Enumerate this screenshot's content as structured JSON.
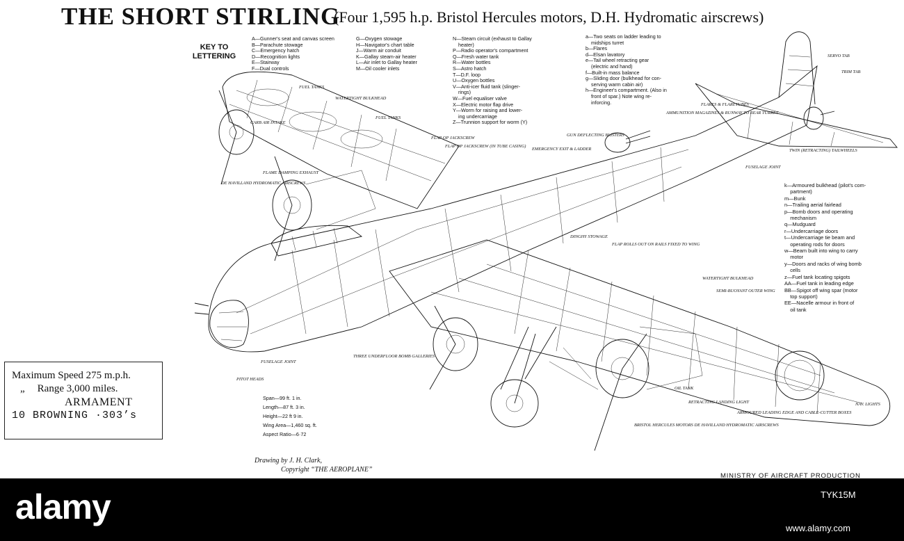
{
  "header": {
    "title": "THE SHORT STIRLING",
    "subtitle": "(Four 1,595 h.p. Bristol Hercules motors, D.H. Hydromatic airscrews)"
  },
  "key": {
    "heading_line1": "KEY TO",
    "heading_line2": "LETTERING",
    "col1": [
      "A—Gunner's seat and canvas screen",
      "B—Parachute stowage",
      "C—Emergency hatch",
      "D—Recognition lights",
      "E—Stairway",
      "F—Dual controls"
    ],
    "col2": [
      "G—Oxygen stowage",
      "H—Navigator's chart table",
      "J—Warm air conduit",
      "K—Gallay steam-air heater",
      "L—Air inlet to Gallay heater",
      "M—Oil cooler inlets"
    ],
    "col3": [
      "N—Steam circuit (exhaust to Gallay",
      "    heater)",
      "P—Radio operator's compartment",
      "Q—Fresh water tank",
      "R—Water bottles",
      "S—Astro hatch",
      "T—D.F. loop",
      "U—Oxygen bottles",
      "V—Anti-icer fluid tank (slinger-",
      "    rings)",
      "W—Fuel equaliser valve",
      "X—Electric motor flap drive",
      "Y—Worm for raising and lower-",
      "    ing undercarriage",
      "Z—Trunnion support for worm (Y)"
    ],
    "col4": [
      "a—Two seats on ladder leading to",
      "    midships turret",
      "b—Flares",
      "d—Elsan lavatory",
      "e—Tail wheel retracting gear",
      "    (electric and hand)",
      "f—Built-in mass balance",
      "g—Sliding door (bulkhead for con-",
      "    serving warm cabin air)",
      "h—Engineer's compartment. (Also in",
      "    front of spar.) Note wing re-",
      "    inforcing."
    ],
    "col5": [
      "k—Armoured bulkhead (pilot's com-",
      "    partment)",
      "m—Bunk",
      "n—Trailing aerial fairlead",
      "p—Bomb doors and operating",
      "    mechanism",
      "q—Mudguard",
      "r—Undercarriage doors",
      "t—Undercarriage tie beam and",
      "    operating rods for doors",
      "w—Beam built into wing to carry",
      "    motor",
      "y—Doors and racks of wing bomb",
      "    cells",
      "z—Fuel tank locating spigots",
      "AA—Fuel tank in leading edge",
      "BB—Spigot off wing spar (motor",
      "    top support)",
      "EE—Nacelle armour in front of",
      "    oil tank"
    ]
  },
  "specs": [
    "Span—99 ft. 1 in.",
    "Length—87 ft. 3 in.",
    "Height—22 ft 9 in.",
    "Wing Area—1,460 sq. ft.",
    "Aspect Ratio—6·72"
  ],
  "credit": {
    "line1": "Drawing by J. H. Clark,",
    "line2": "Copyright “THE AEROPLANE”"
  },
  "performance": {
    "line1": "Maximum Speed 275 m.p.h.",
    "ditto": "„",
    "line2": "Range 3,000 miles.",
    "line3": "ARMAMENT",
    "line4": "10 BROWNING ·303’s"
  },
  "footer": {
    "ministry": "MINISTRY OF AIRCRAFT PRODUCTION"
  },
  "watermark": {
    "logo": "alamy",
    "image_id": "TYK15M",
    "url": "www.alamy.com"
  },
  "diagram_labels": {
    "fuel_tanks_1": "FUEL TANKS",
    "watertight_bulkhead_1": "WATERTIGHT BULKHEAD",
    "fuel_tanks_2": "FUEL TANKS",
    "carb_air_intake": "CARB AIR INTAKE",
    "flap_op_jackscrew": "FLAP OP JACKSCREW",
    "flap_op_jackscrew_tube": "FLAP OP JACKSCREW (IN TUBE CASING)",
    "gun_deflecting_blisters": "GUN DEFLECTING BLISTERS",
    "emergency_exit": "EMERGENCY EXIT & LADDER",
    "ammunition_magazines": "AMMUNITION MAGAZINES & RUNWAY TO REAR TURRET",
    "flares_tubes": "FLARES & FLARETUBES",
    "servo_tab": "SERVO TAB",
    "trim_tab": "TRIM TAB",
    "twin_tailwheels": "TWIN (RETRACTING) TAILWHEELS",
    "fuselage_joint_rear": "FUSELAGE JOINT",
    "flame_damping": "FLAME DAMPING EXHAUST",
    "de_havilland_airscrews_1": "DE HAVILLAND HYDROMATIC AIRSCREWS",
    "dinghy_stowage": "DINGHY STOWAGE",
    "flap_rolls": "FLAP ROLLS OUT ON RAILS FIXED TO WING",
    "watertight_bulkhead_2": "WATERTIGHT BULKHEAD",
    "semi_buoyant": "SEMI-BUOYANT OUTER WING",
    "three_underfloor": "THREE UNDERFLOOR BOMB GALLERIES",
    "pitot_heads": "PITOT HEADS",
    "fuselage_joint_front": "FUSELAGE JOINT",
    "oil_tank": "OIL TANK",
    "retracting_light": "RETRACTING LANDING LIGHT",
    "armoured_leading_edge": "ARMOURED LEADING EDGE AND CABLE-CUTTER BOXES",
    "nav_lights": "NAV. LIGHTS",
    "bristol_hercules": "BRISTOL HERCULES MOTORS DE HAVILLAND HYDROMATIC AIRSCREWS"
  }
}
